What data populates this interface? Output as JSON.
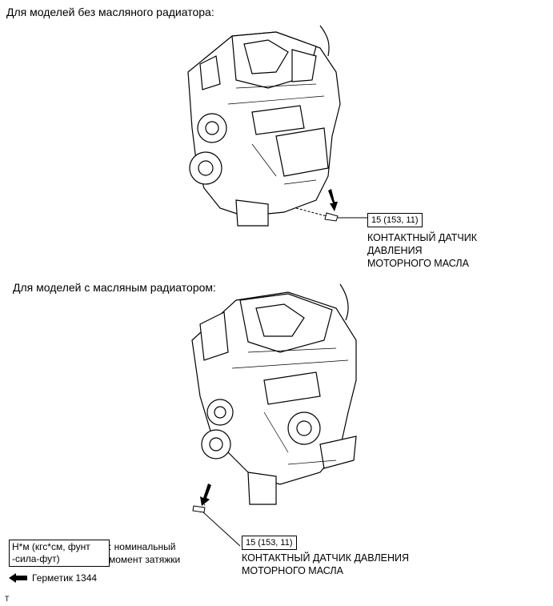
{
  "section1": {
    "heading": "Для моделей без масляного радиатора:",
    "torque": "15 (153, 11)",
    "label_lines": [
      "КОНТАКТНЫЙ ДАТЧИК",
      "ДАВЛЕНИЯ",
      "МОТОРНОГО МАСЛА"
    ]
  },
  "section2": {
    "heading": "Для моделей с масляным радиатором:",
    "torque": "15 (153, 11)",
    "label_lines": [
      "КОНТАКТНЫЙ ДАТЧИК ДАВЛЕНИЯ",
      "МОТОРНОГО МАСЛА"
    ]
  },
  "legend": {
    "unit_box_lines": [
      "Н*м (кгс*см, фунт",
      "-сила-фут)"
    ],
    "unit_desc_lines": [
      ": номинальный",
      "момент затяжки"
    ],
    "sealant": "Герметик 1344"
  },
  "footer_mark": "T"
}
